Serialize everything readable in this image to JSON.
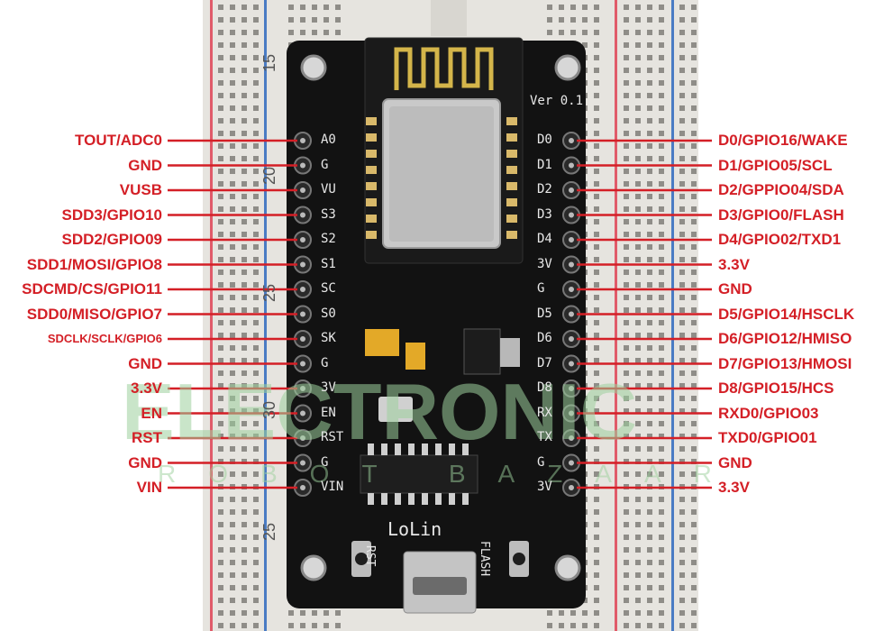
{
  "colors": {
    "label": "#d41f26",
    "board": "#111111",
    "breadboard": "#e9e7e2",
    "rail_red": "#e05b6a",
    "rail_blue": "#4a7cc4",
    "watermark": "#9ccf9c"
  },
  "board": {
    "version": "Ver 0.1",
    "logo": "LoLin",
    "rst_button": "RST",
    "flash_button": "FLASH",
    "left_silk": [
      "A0",
      "G",
      "VU",
      "S3",
      "S2",
      "S1",
      "SC",
      "S0",
      "SK",
      "G",
      "3V",
      "EN",
      "RST",
      "G",
      "VIN"
    ],
    "right_silk": [
      "D0",
      "D1",
      "D2",
      "D3",
      "D4",
      "3V",
      "G",
      "D5",
      "D6",
      "D7",
      "D8",
      "RX",
      "TX",
      "G",
      "3V"
    ]
  },
  "breadboard_numbers": [
    "15",
    "20",
    "25",
    "30",
    "25"
  ],
  "watermark": {
    "main": "ELECTRONIC",
    "sub": "ROBOT BAZAAR"
  },
  "left_labels": [
    {
      "text": "TOUT/ADC0"
    },
    {
      "text": "GND"
    },
    {
      "text": "VUSB"
    },
    {
      "text": "SDD3/GPIO10"
    },
    {
      "text": "SDD2/GPIO09"
    },
    {
      "text": "SDD1/MOSI/GPIO8"
    },
    {
      "text": "SDCMD/CS/GPIO11"
    },
    {
      "text": "SDD0/MISO/GPIO7"
    },
    {
      "text": "SDCLK/SCLK/GPIO6",
      "small": true
    },
    {
      "text": "GND"
    },
    {
      "text": "3.3V"
    },
    {
      "text": "EN"
    },
    {
      "text": "RST"
    },
    {
      "text": "GND"
    },
    {
      "text": "VIN"
    }
  ],
  "right_labels": [
    {
      "text": "D0/GPIO16/WAKE"
    },
    {
      "text": "D1/GPIO05/SCL"
    },
    {
      "text": "D2/GPPIO04/SDA"
    },
    {
      "text": "D3/GPIO0/FLASH"
    },
    {
      "text": "D4/GPIO02/TXD1"
    },
    {
      "text": "3.3V"
    },
    {
      "text": "GND"
    },
    {
      "text": "D5/GPIO14/HSCLK"
    },
    {
      "text": "D6/GPIO12/HMISO"
    },
    {
      "text": "D7/GPIO13/HMOSI"
    },
    {
      "text": "D8/GPIO15/HCS"
    },
    {
      "text": "RXD0/GPIO03"
    },
    {
      "text": "TXD0/GPIO01"
    },
    {
      "text": "GND"
    },
    {
      "text": "3.3V"
    }
  ]
}
